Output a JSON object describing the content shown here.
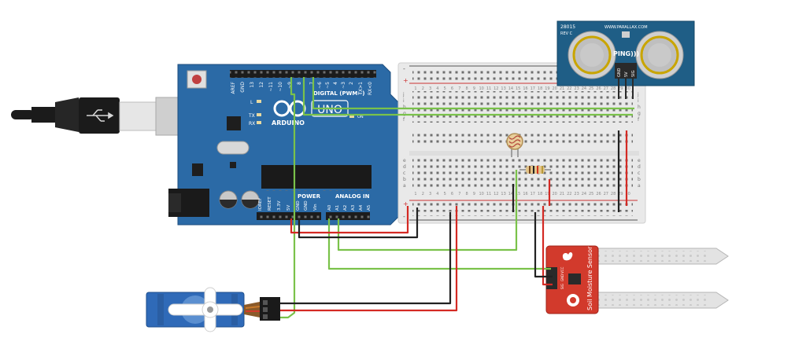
{
  "arduino": {
    "brand": "ARDUINO",
    "model": "UNO",
    "header_digital": "DIGITAL (PWM~)",
    "header_power": "POWER",
    "header_analog": "ANALOG IN",
    "digital_pins": [
      "AREF",
      "GND",
      "13",
      "12",
      "~11",
      "~10",
      "~9",
      "8",
      "7",
      "~6",
      "~5",
      "4",
      "~3",
      "2",
      "TX>1",
      "RX<0"
    ],
    "power_pins": [
      "IOREF",
      "RESET",
      "3.3V",
      "5V",
      "GND",
      "GND",
      "Vin"
    ],
    "analog_pins": [
      "A0",
      "A1",
      "A2",
      "A3",
      "A4",
      "A5"
    ],
    "led_labels": [
      "L",
      "TX",
      "RX"
    ],
    "on_label": "ON"
  },
  "ping_sensor": {
    "part_no": "28015",
    "rev": "REV C",
    "url": "WWW.PARALLAX.COM",
    "name": "PING)))",
    "pins": [
      "GND",
      "5V",
      "SIG"
    ]
  },
  "soil_sensor": {
    "label": "Soil Moisture Sensor",
    "pins": [
      "SIG",
      "GND",
      "VCC"
    ]
  },
  "breadboard": {
    "row_letters_top": [
      "j",
      "i",
      "h",
      "g",
      "f"
    ],
    "row_letters_bottom": [
      "e",
      "d",
      "c",
      "b",
      "a"
    ],
    "column_numbers": [
      "1",
      "2",
      "3",
      "4",
      "5",
      "6",
      "7",
      "8",
      "9",
      "10",
      "11",
      "12",
      "13",
      "14",
      "15",
      "16",
      "17",
      "18",
      "19",
      "20",
      "21",
      "22",
      "23",
      "24",
      "25",
      "26",
      "27",
      "28",
      "29",
      "30"
    ],
    "rail_plus": "+",
    "rail_minus": "-"
  },
  "colors": {
    "arduino_board": "#2b6aa6",
    "wire_red": "#d42a24",
    "wire_black": "#222222",
    "wire_green": "#7ac24a",
    "soil_pcb": "#d23a2c",
    "ping_pcb": "#1f5e86",
    "servo_body": "#2f6ab8"
  }
}
